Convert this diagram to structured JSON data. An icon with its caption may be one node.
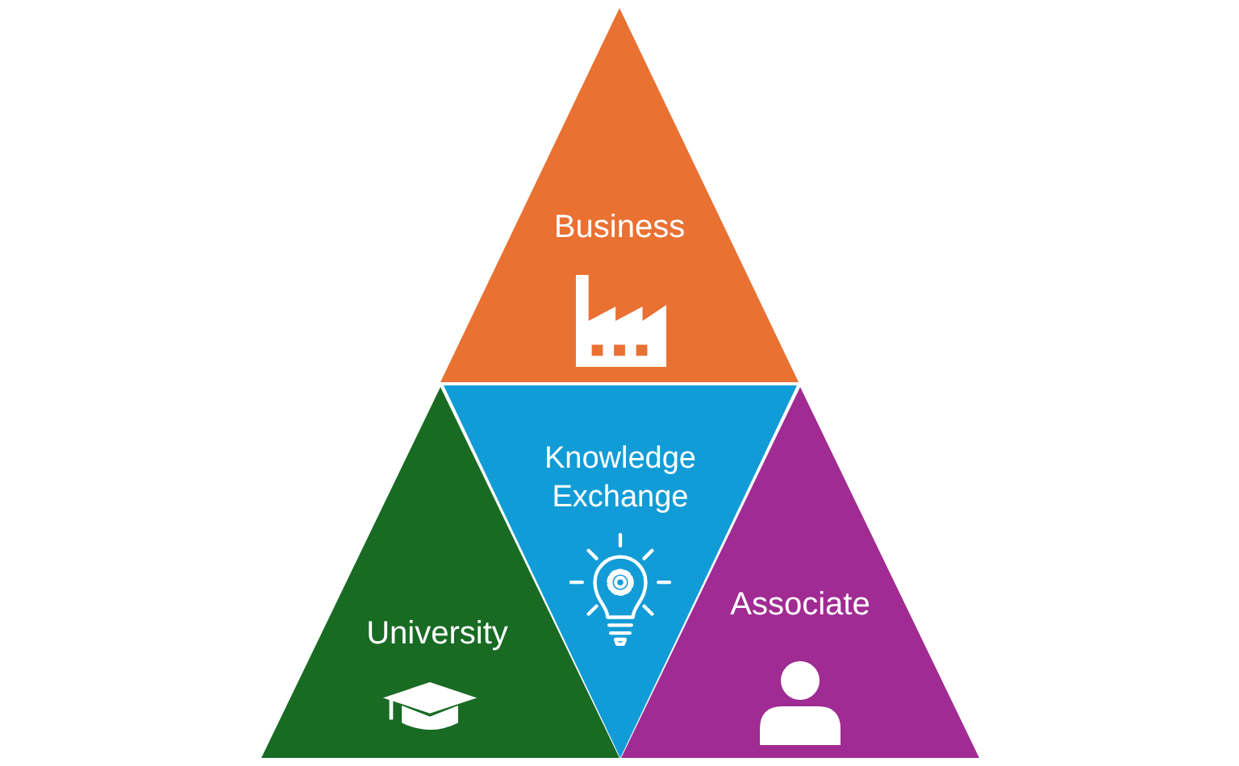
{
  "diagram": {
    "nodes": [
      {
        "text": [
          "Business"
        ]
      },
      {
        "text": [
          "University"
        ]
      },
      {
        "text": [
          "Knowledge Exchange"
        ]
      },
      {
        "text": [
          "Associate"
        ]
      }
    ]
  }
}
